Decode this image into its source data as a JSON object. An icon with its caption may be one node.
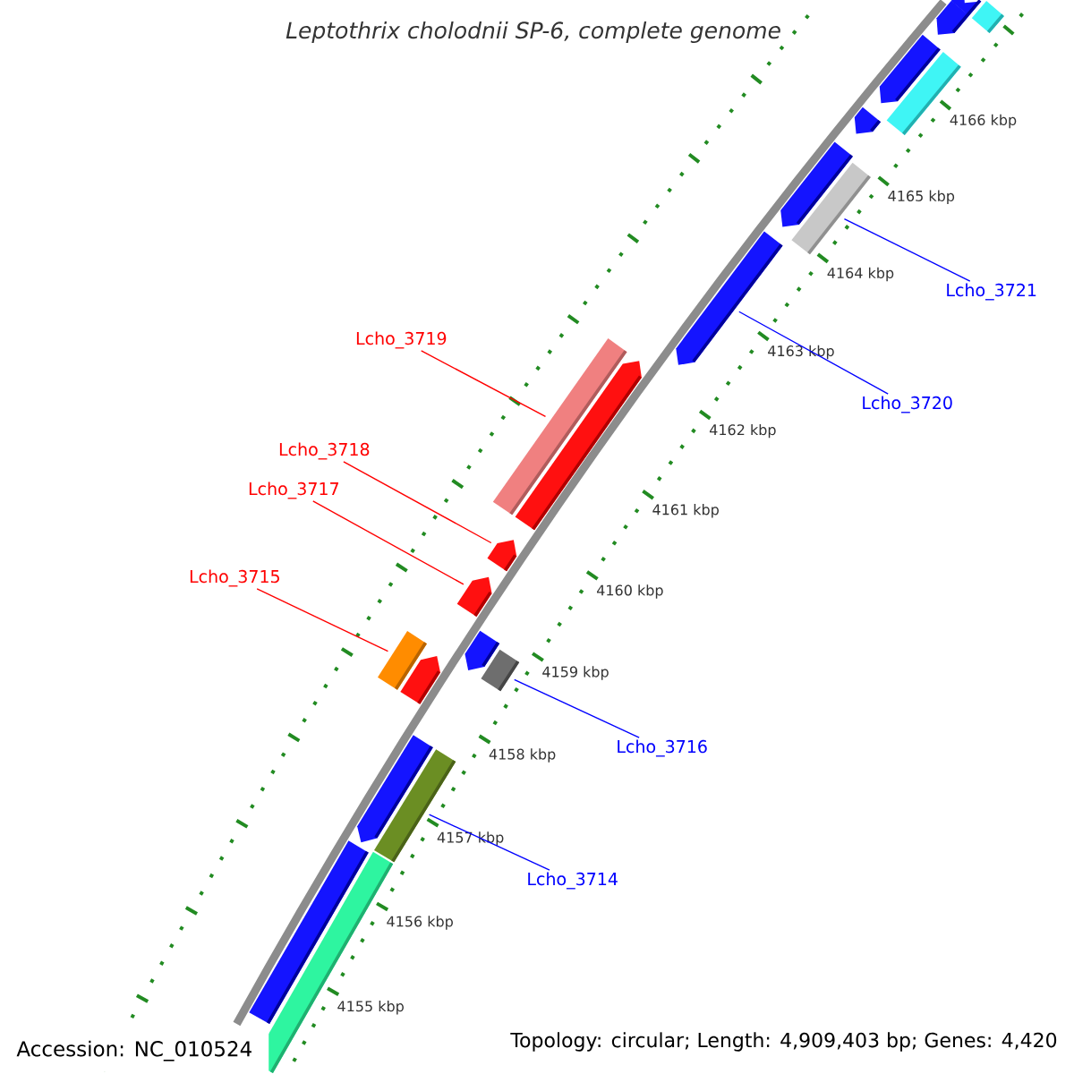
{
  "diagram": {
    "title": "Leptothrix cholodnii SP-6, complete genome",
    "nodes": [
      {
        "text": [
          "Lcho_3719"
        ]
      },
      {
        "text": [],
        "shape": "bar"
      },
      {
        "text": [
          "Lcho_3718"
        ]
      },
      {
        "text": [],
        "shape": "bar"
      },
      {
        "text": [
          "Lcho_3717"
        ]
      },
      {
        "text": [],
        "shape": "bar"
      },
      {
        "text": [
          "Lcho_3715"
        ]
      },
      {
        "text": [],
        "shape": "bar"
      },
      {
        "text": [
          "Lcho_3721"
        ]
      },
      {
        "text": [],
        "shape": "bar"
      },
      {
        "text": [
          "Lcho_3720"
        ]
      },
      {
        "text": [],
        "shape": "bar"
      },
      {
        "text": [
          "Lcho_3716"
        ]
      },
      {
        "text": [],
        "shape": "bar"
      },
      {
        "text": [
          "Lcho_3714"
        ]
      },
      {
        "text": [],
        "shape": "bar"
      }
    ],
    "edges": [
      {
        "from": 0,
        "to": 1,
        "arrow": "none",
        "color": "#ff0000"
      },
      {
        "from": 2,
        "to": 3,
        "arrow": "none",
        "color": "#ff0000"
      },
      {
        "from": 4,
        "to": 5,
        "arrow": "none",
        "color": "#ff0000"
      },
      {
        "from": 6,
        "to": 7,
        "arrow": "none",
        "color": "#ff0000"
      },
      {
        "from": 8,
        "to": 9,
        "arrow": "none",
        "color": "#0000ff"
      },
      {
        "from": 10,
        "to": 11,
        "arrow": "none",
        "color": "#0000ff"
      },
      {
        "from": 12,
        "to": 13,
        "arrow": "none",
        "color": "#0000ff"
      },
      {
        "from": 14,
        "to": 15,
        "arrow": "none",
        "color": "#0000ff"
      }
    ],
    "labels": [
      "4166 kbp",
      "4165 kbp",
      "4164 kbp",
      "4163 kbp",
      "4162 kbp",
      "4161 kbp",
      "4160 kbp",
      "4159 kbp",
      "4158 kbp",
      "4157 kbp",
      "4156 kbp",
      "4155 kbp",
      "Accession: NC_010524",
      "Topology: circular; Length: 4,909,403 bp; Genes: 4,420"
    ]
  }
}
